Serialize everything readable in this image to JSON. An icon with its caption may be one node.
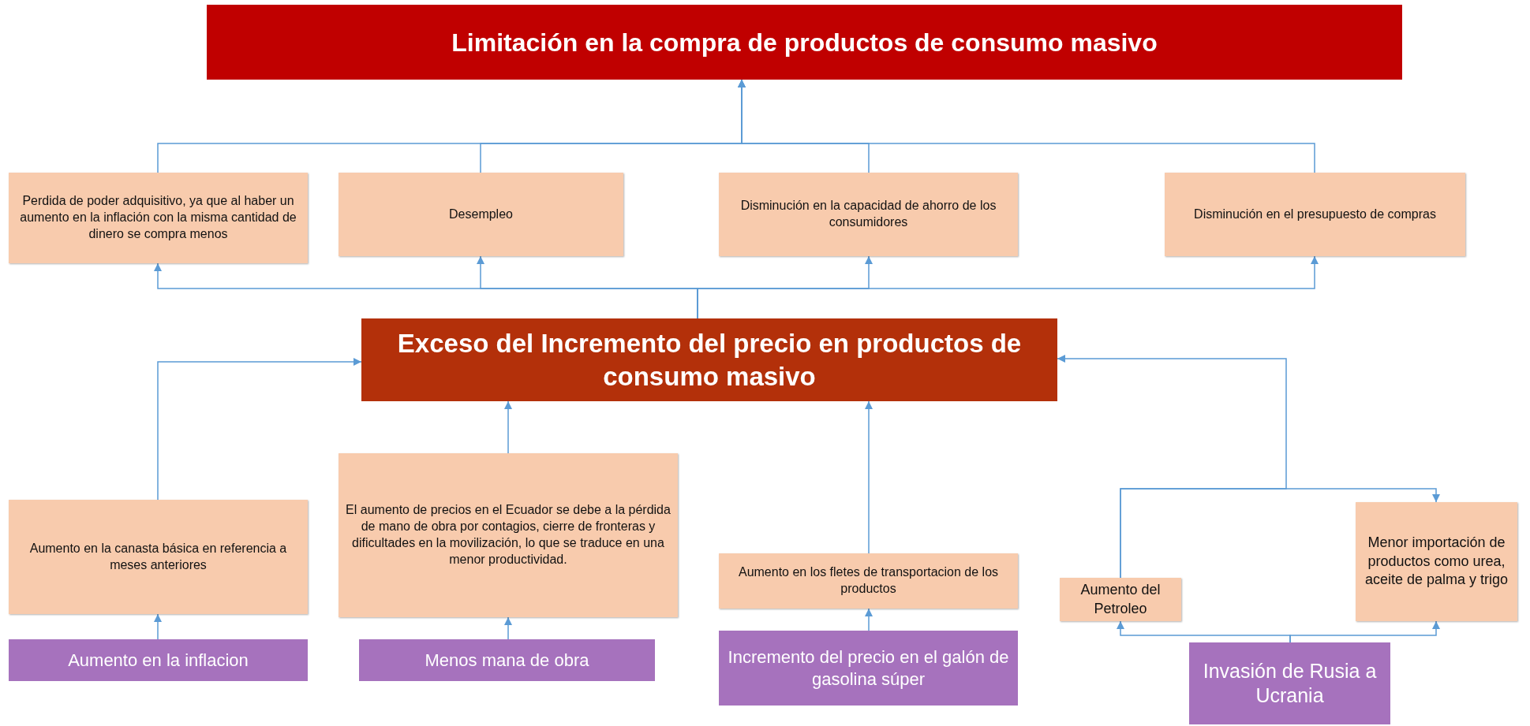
{
  "diagram": {
    "nodes": [
      {
        "text": [
          "Limitación en la compra de productos de consumo masivo"
        ]
      },
      {
        "text": [
          "Perdida de poder adquisitivo, ya que al haber un aumento en la inflación con la misma cantidad de dinero se compra menos"
        ]
      },
      {
        "text": [
          "Desempleo"
        ]
      },
      {
        "text": [
          "Disminución en la capacidad de ahorro de los consumidores"
        ]
      },
      {
        "text": [
          "Disminución en el presupuesto de compras"
        ]
      },
      {
        "text": [
          "Exceso del Incremento del precio en productos de consumo masivo"
        ]
      },
      {
        "text": [
          "Aumento en la canasta básica en referencia a meses anteriores"
        ]
      },
      {
        "text": [
          "El aumento de precios en el Ecuador se debe a la pérdida de mano de obra por contagios, cierre de fronteras y dificultades en la movilización, lo que se traduce en una menor productividad."
        ]
      },
      {
        "text": [
          "Aumento en los fletes de transportacion de los productos"
        ]
      },
      {
        "text": [
          "Aumento del Petroleo"
        ]
      },
      {
        "text": [
          "Menor importación de productos como urea, aceite de palma y trigo"
        ]
      },
      {
        "text": [
          "Aumento en la inflacion"
        ]
      },
      {
        "text": [
          "Menos mana de obra"
        ]
      },
      {
        "text": [
          "Incremento del precio en el galón de gasolina súper"
        ]
      },
      {
        "text": [
          "Invasión de Rusia a Ucrania"
        ]
      }
    ],
    "edges": [
      {
        "from": 1,
        "to": 0,
        "arrow": "to"
      },
      {
        "from": 2,
        "to": 0,
        "arrow": "to"
      },
      {
        "from": 3,
        "to": 0,
        "arrow": "to"
      },
      {
        "from": 4,
        "to": 0,
        "arrow": "to"
      },
      {
        "from": 5,
        "to": 1,
        "arrow": "to"
      },
      {
        "from": 5,
        "to": 2,
        "arrow": "to"
      },
      {
        "from": 5,
        "to": 3,
        "arrow": "to"
      },
      {
        "from": 5,
        "to": 4,
        "arrow": "to"
      },
      {
        "from": 6,
        "to": 5,
        "arrow": "to"
      },
      {
        "from": 7,
        "to": 5,
        "arrow": "to"
      },
      {
        "from": 8,
        "to": 5,
        "arrow": "to"
      },
      {
        "from": 9,
        "to": 5,
        "arrow": "to"
      },
      {
        "from": 9,
        "to": 10,
        "arrow": "to"
      },
      {
        "from": 11,
        "to": 6,
        "arrow": "to"
      },
      {
        "from": 12,
        "to": 7,
        "arrow": "to"
      },
      {
        "from": 13,
        "to": 8,
        "arrow": "to"
      },
      {
        "from": 14,
        "to": 9,
        "arrow": "to"
      },
      {
        "from": 14,
        "to": 10,
        "arrow": "to"
      }
    ]
  }
}
